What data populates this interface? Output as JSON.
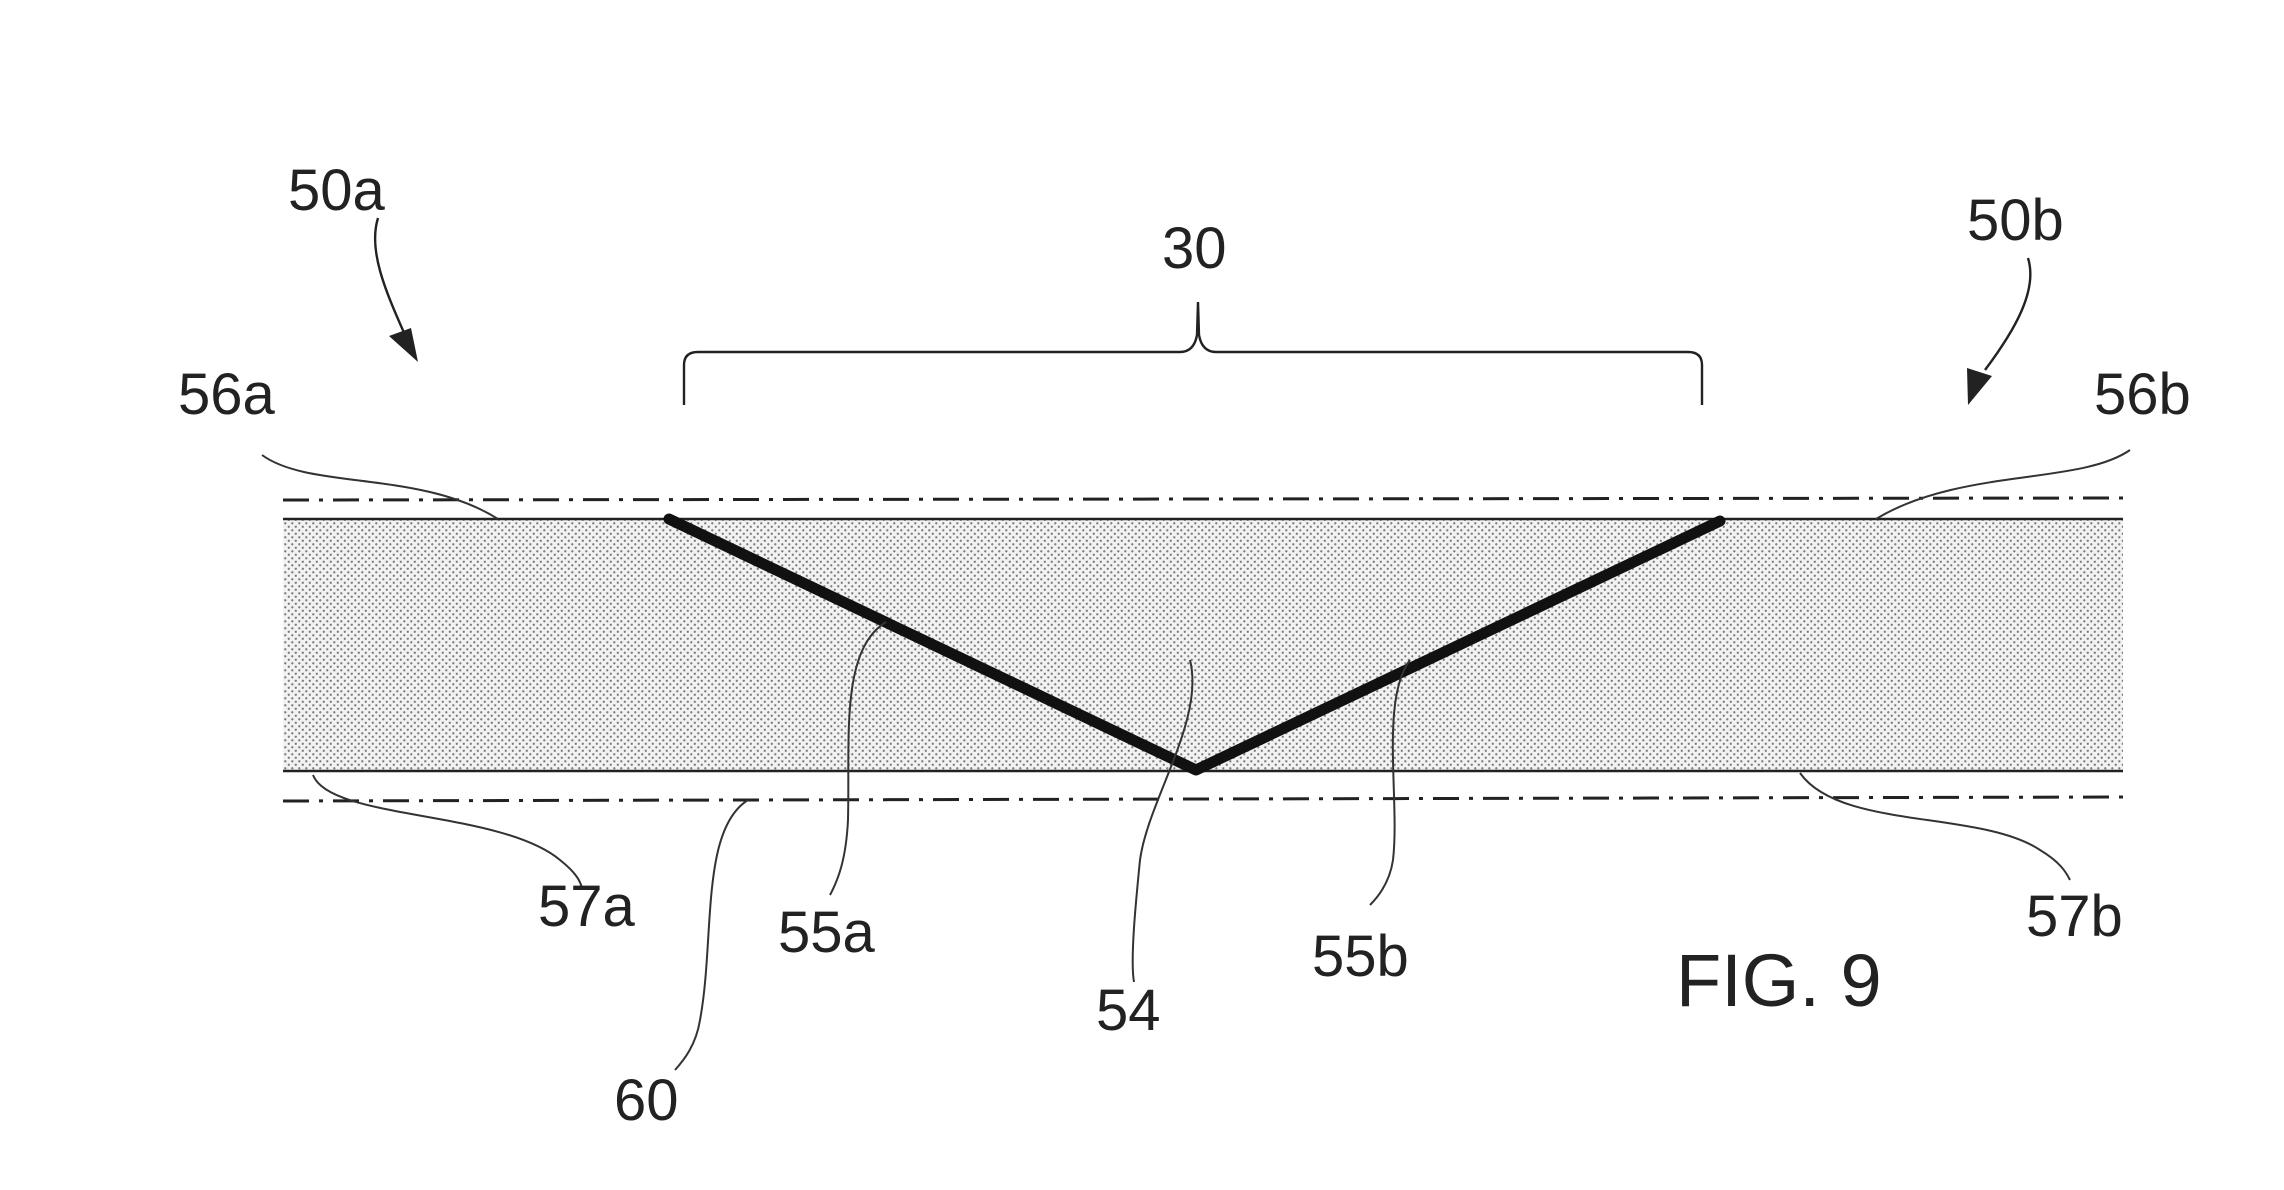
{
  "figure": {
    "caption": "FIG. 9",
    "labels": {
      "ref_50a": "50a",
      "ref_50b": "50b",
      "ref_30": "30",
      "ref_56a": "56a",
      "ref_56b": "56b",
      "ref_55a": "55a",
      "ref_55b": "55b",
      "ref_54": "54",
      "ref_57a": "57a",
      "ref_57b": "57b",
      "ref_60": "60"
    }
  },
  "colors": {
    "ink": "#222222",
    "stipple": "#8a8a8a",
    "background": "#ffffff"
  }
}
